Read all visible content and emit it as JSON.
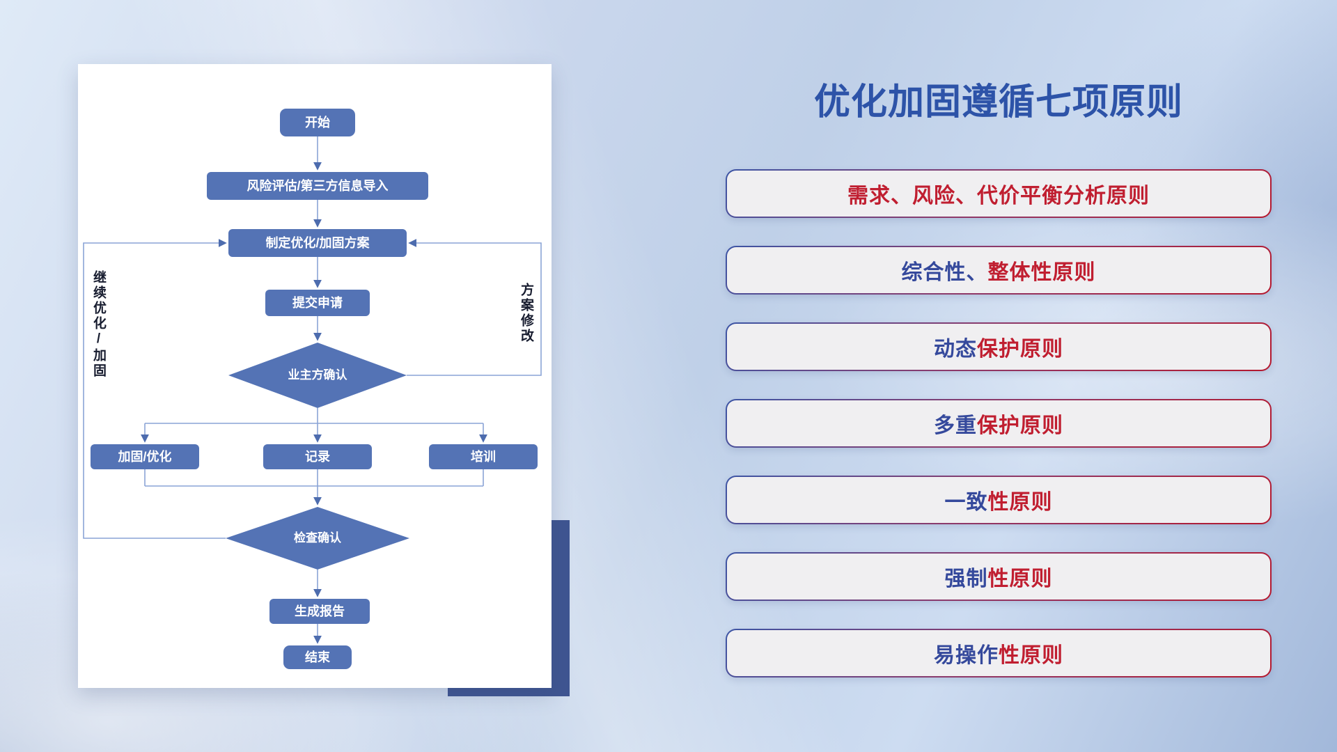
{
  "flowchart": {
    "nodes": {
      "start": "开始",
      "risk": "风险评估/第三方信息导入",
      "plan": "制定优化/加固方案",
      "submit": "提交申请",
      "owner_confirm": "业主方确认",
      "reinforce": "加固/优化",
      "record": "记录",
      "training": "培训",
      "check_confirm": "检查确认",
      "report": "生成报告",
      "end": "结束"
    },
    "labels": {
      "continue_loop": "继续优化/加固",
      "plan_revise": "方案修改"
    },
    "colors": {
      "node_fill": "#5473b5",
      "connector_line": "#8aa4d6",
      "arrowhead": "#4d6cae",
      "node_text": "#ffffff",
      "card_shadow_block": "#3f5591"
    }
  },
  "principles": {
    "title": "优化加固遵循七项原则",
    "items": [
      {
        "text": "需求、风险、代价平衡分析原则",
        "segments": [
          {
            "text": "需求、风险、代价平衡分析原则",
            "color": "red"
          }
        ]
      },
      {
        "text": "综合性、整体性原则",
        "segments": [
          {
            "text": "综合性、",
            "color": "blue"
          },
          {
            "text": "整体性原则",
            "color": "red"
          }
        ]
      },
      {
        "text": "动态保护原则",
        "segments": [
          {
            "text": "动态",
            "color": "blue"
          },
          {
            "text": "保护原则",
            "color": "red"
          }
        ]
      },
      {
        "text": "多重保护原则",
        "segments": [
          {
            "text": "多重",
            "color": "blue"
          },
          {
            "text": "保护原则",
            "color": "red"
          }
        ]
      },
      {
        "text": "一致性原则",
        "segments": [
          {
            "text": "一致",
            "color": "blue"
          },
          {
            "text": "性原则",
            "color": "red"
          }
        ]
      },
      {
        "text": "强制性原则",
        "segments": [
          {
            "text": "强制",
            "color": "blue"
          },
          {
            "text": "性原则",
            "color": "red"
          }
        ]
      },
      {
        "text": "易操作性原则",
        "segments": [
          {
            "text": "易操作",
            "color": "blue"
          },
          {
            "text": "性原则",
            "color": "red"
          }
        ]
      }
    ],
    "colors": {
      "red": "#c01e30",
      "blue": "#35499c",
      "title": "#2d53a8",
      "box_background": "#f0eff1"
    }
  }
}
